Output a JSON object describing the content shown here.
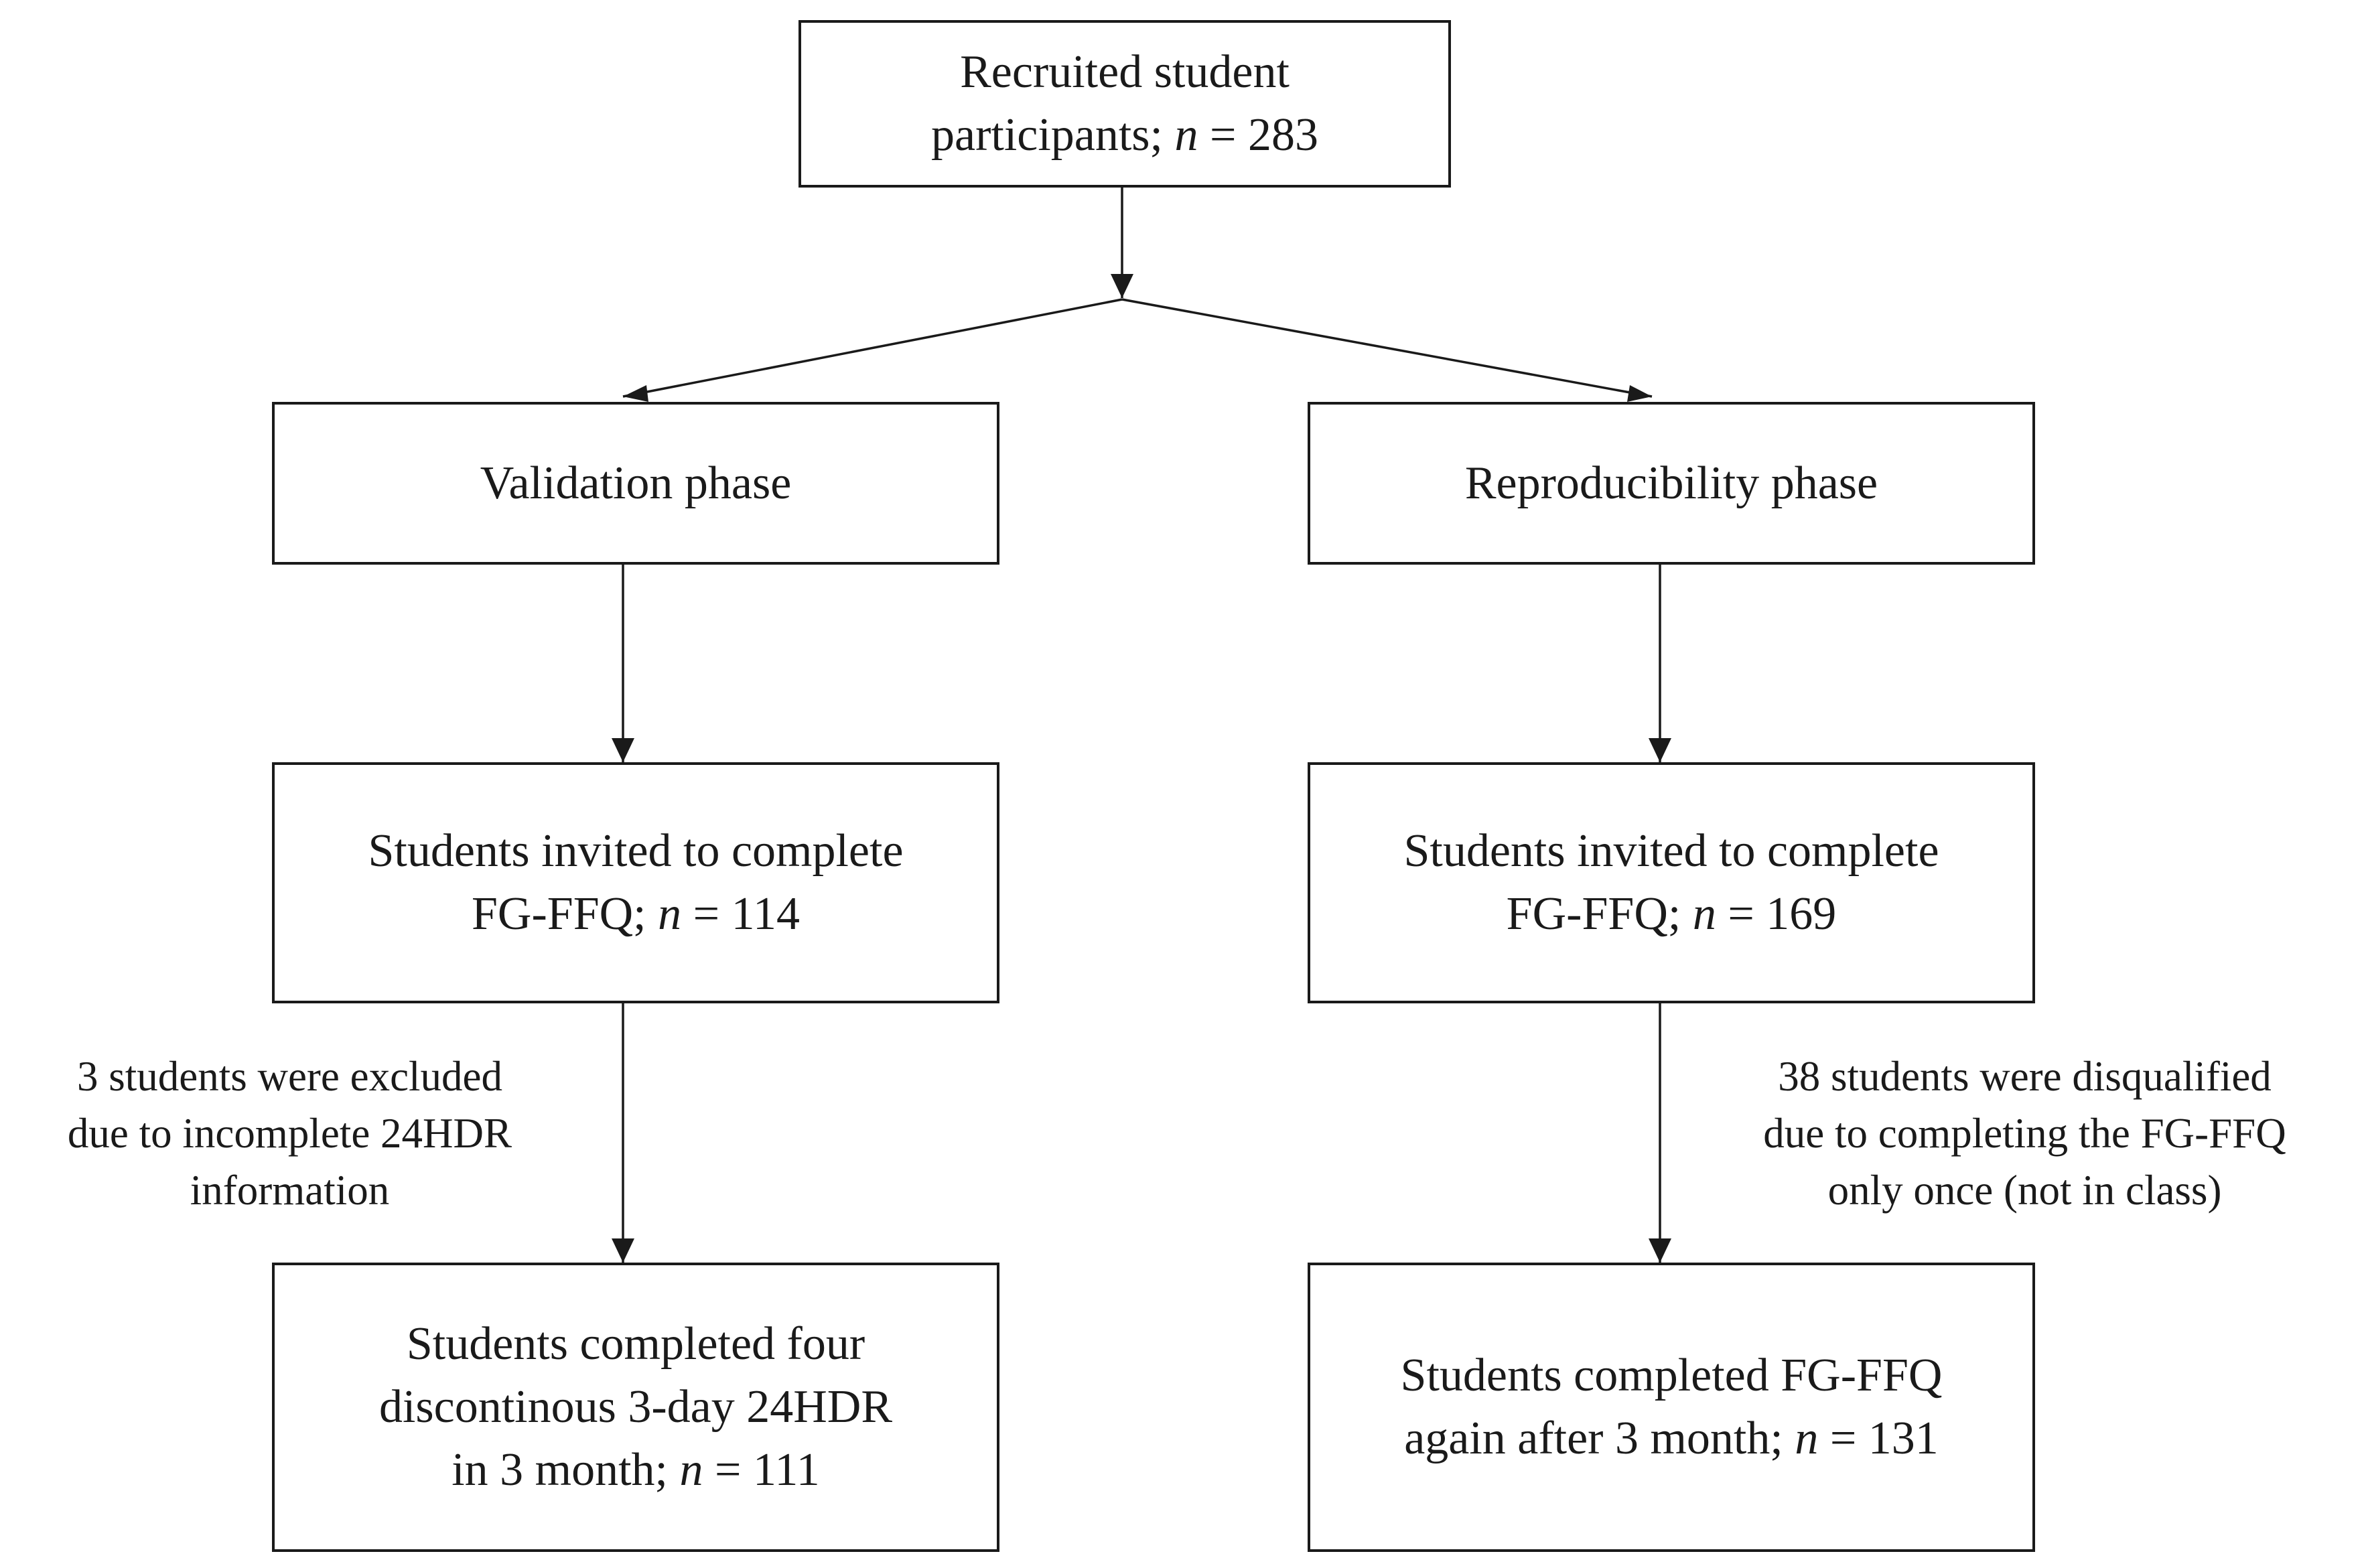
{
  "top_box": {
    "line1": "Recruited student",
    "line2_pre": "participants; ",
    "n_symbol": "n",
    "line2_post": " = 283"
  },
  "validation_phase": {
    "label": "Validation phase"
  },
  "reproducibility_phase": {
    "label": "Reproducibility phase"
  },
  "validation_invited": {
    "line1": "Students invited to complete",
    "line2_pre": "FG-FFQ; ",
    "n_symbol": "n",
    "line2_post": " = 114"
  },
  "reproducibility_invited": {
    "line1": "Students invited to complete",
    "line2_pre": "FG-FFQ; ",
    "n_symbol": "n",
    "line2_post": " = 169"
  },
  "validation_exclusion_note": {
    "line1": "3 students were excluded",
    "line2": "due to incomplete 24HDR",
    "line3": "information"
  },
  "reproducibility_exclusion_note": {
    "line1": "38 students were disqualified",
    "line2": "due to completing the FG-FFQ",
    "line3": "only once (not in class)"
  },
  "validation_completed": {
    "line1": "Students completed four",
    "line2": "discontinous 3-day 24HDR",
    "line3_pre": "in 3 month; ",
    "n_symbol": "n",
    "line3_post": " = 111"
  },
  "reproducibility_completed": {
    "line1": "Students completed FG-FFQ",
    "line2_pre": "again after 3 month; ",
    "n_symbol": "n",
    "line2_post": " = 131"
  }
}
